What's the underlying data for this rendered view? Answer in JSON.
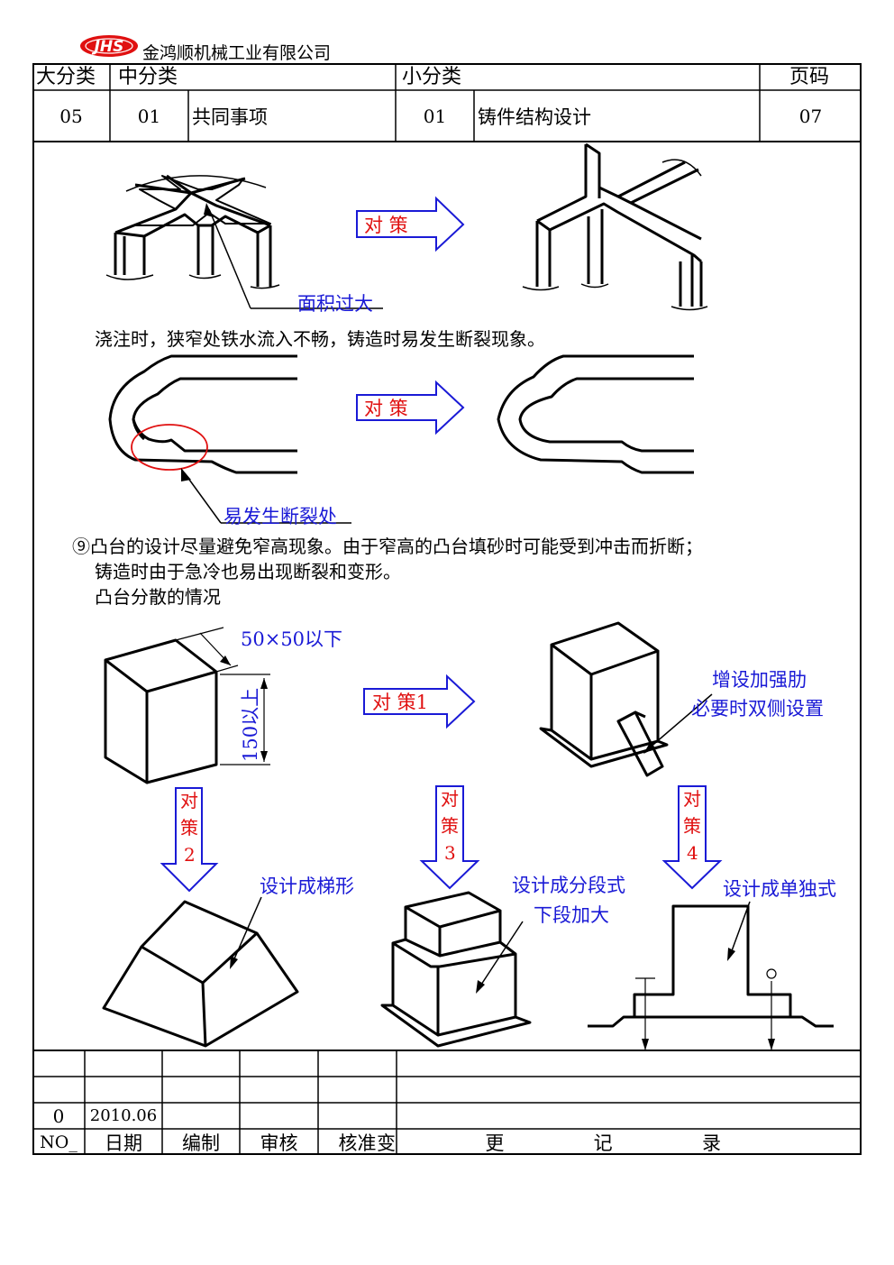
{
  "company": {
    "logo_text": "JHS",
    "name": "金鸿顺机械工业有限公司"
  },
  "header": {
    "labels": {
      "major": "大分类",
      "middle": "中分类",
      "minor": "小分类",
      "page": "页码"
    },
    "values": {
      "major": "05",
      "middle": "01",
      "middle_name": "共同事项",
      "minor": "01",
      "minor_name": "铸件结构设计",
      "page": "07"
    }
  },
  "section1": {
    "countermeasure": "对 策",
    "callout": "面积过大",
    "note": "浇注时，狭窄处铁水流入不畅，铸造时易发生断裂现象。"
  },
  "section2": {
    "countermeasure": "对 策",
    "callout": "易发生断裂处"
  },
  "section3": {
    "line1": "⑨凸台的设计尽量避免窄高现象。由于窄高的凸台填砂时可能受到冲击而折断；",
    "line2": "铸造时由于急冷也易出现断裂和变形。",
    "line3": "凸台分散的情况",
    "dim_top": "50×50以下",
    "dim_side": "150以上",
    "cm1": "对 策1",
    "rib_line1": "增设加强肋",
    "rib_line2": "必要时双侧设置",
    "cm2": [
      "对",
      "策",
      "2"
    ],
    "cm3": [
      "对",
      "策",
      "3"
    ],
    "cm4": [
      "对",
      "策",
      "4"
    ],
    "trapezoid": "设计成梯形",
    "stepped_line1": "设计成分段式",
    "stepped_line2": "下段加大",
    "independent": "设计成单独式"
  },
  "footer": {
    "row_no": "0",
    "row_date": "2010.06",
    "labels": {
      "no": "NO_",
      "date": "日期",
      "edit": "编制",
      "review": "审核",
      "approve": "核准",
      "changes": "变  更  记  录"
    }
  },
  "colors": {
    "accent_blue": "#1a1ad6",
    "accent_red": "#e01010",
    "logo_red": "#e01010"
  }
}
